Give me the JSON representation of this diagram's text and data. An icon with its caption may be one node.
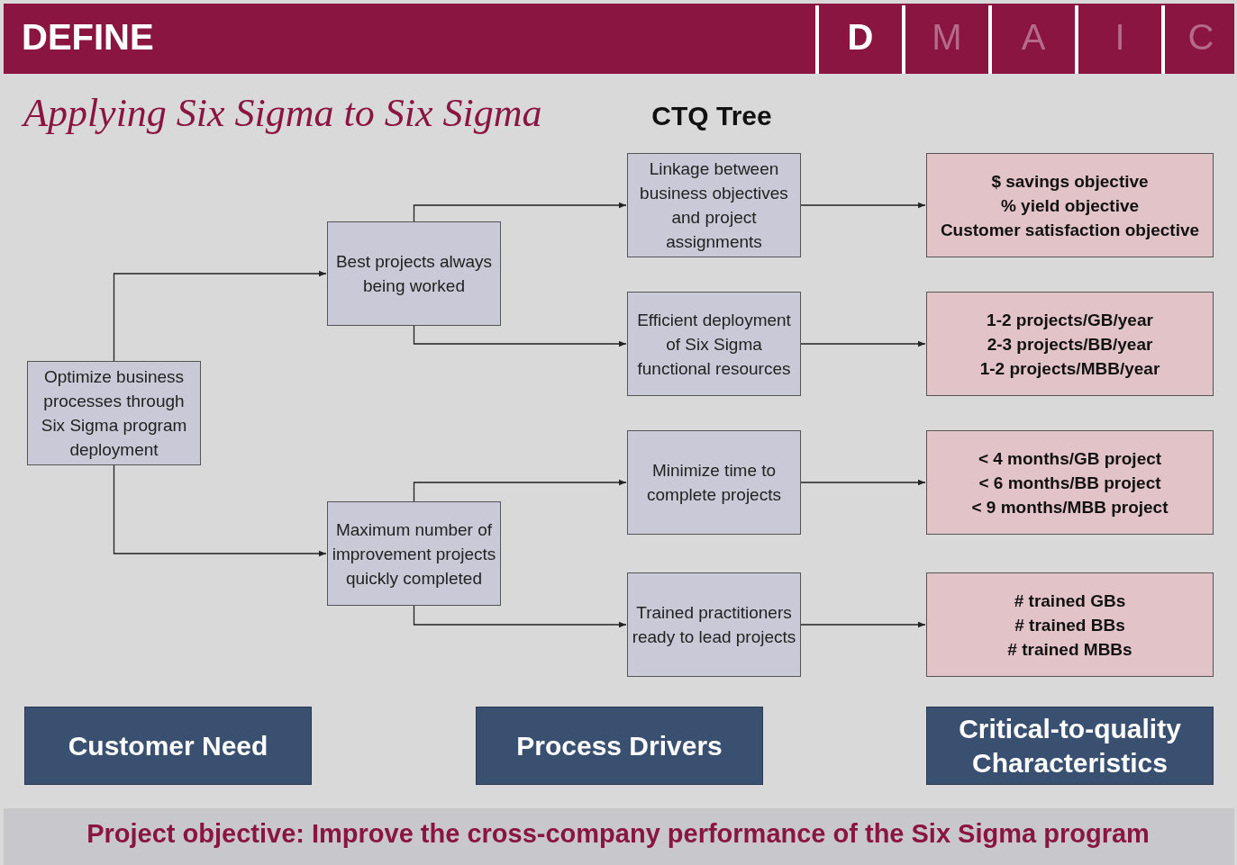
{
  "diagram": {
    "title": "Applying Six Sigma to Six Sigma",
    "caption": "Project objective: Improve the cross-company performance of the Six Sigma program",
    "nodes": [
      {
        "text": [
          "Optimize business processes through Six Sigma program deployment"
        ]
      },
      {
        "text": [
          "Best projects always being worked"
        ]
      },
      {
        "text": [
          "Maximum number of improvement projects quickly completed"
        ]
      },
      {
        "text": [
          "Linkage between business objectives and project assignments"
        ]
      },
      {
        "text": [
          "Efficient deployment of Six Sigma functional resources"
        ]
      },
      {
        "text": [
          "Minimize time to complete projects"
        ]
      },
      {
        "text": [
          "Trained practitioners ready to lead projects"
        ]
      },
      {
        "text": [
          "$ savings objective",
          "% yield objective",
          "Customer satisfaction objective"
        ]
      },
      {
        "text": [
          "1-2 projects/GB/year",
          "2-3 projects/BB/year",
          "1-2 projects/MBB/year"
        ]
      },
      {
        "text": [
          "< 4 months/GB project",
          "< 6 months/BB project",
          "< 9 months/MBB project"
        ]
      },
      {
        "text": [
          "# trained GBs",
          "# trained BBs",
          "# trained MBBs"
        ]
      },
      {
        "text": [
          "Customer Need"
        ]
      },
      {
        "text": [
          "Process Drivers"
        ]
      },
      {
        "text": [
          "Critical-to-quality Characteristics"
        ]
      }
    ],
    "edges": [
      {
        "from": 0,
        "to": 1,
        "arrow": "to"
      },
      {
        "from": 0,
        "to": 2,
        "arrow": "to"
      },
      {
        "from": 1,
        "to": 3,
        "arrow": "to"
      },
      {
        "from": 1,
        "to": 4,
        "arrow": "to"
      },
      {
        "from": 2,
        "to": 5,
        "arrow": "to"
      },
      {
        "from": 2,
        "to": 6,
        "arrow": "to"
      },
      {
        "from": 3,
        "to": 7,
        "arrow": "to"
      },
      {
        "from": 4,
        "to": 8,
        "arrow": "to"
      },
      {
        "from": 5,
        "to": 9,
        "arrow": "to"
      },
      {
        "from": 6,
        "to": 10,
        "arrow": "to"
      }
    ],
    "labels": [
      "DEFINE",
      "D",
      "M",
      "A",
      "I",
      "C",
      "CTQ Tree"
    ]
  }
}
